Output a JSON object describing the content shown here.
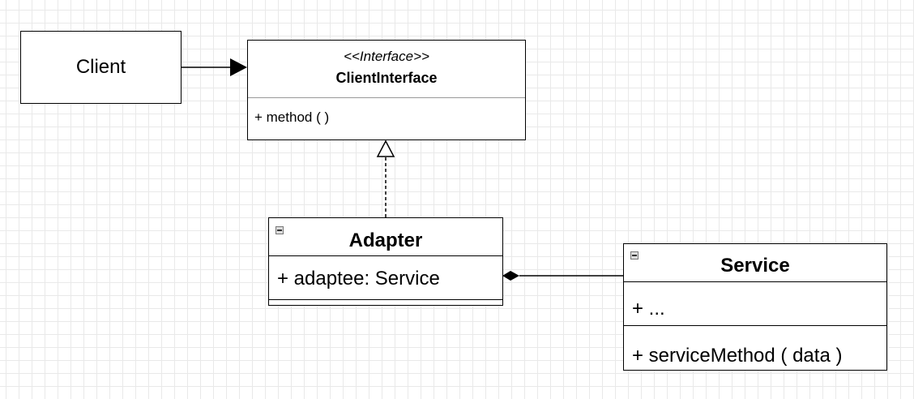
{
  "diagram": {
    "client": {
      "label": "Client"
    },
    "client_interface": {
      "stereotype": "<<Interface>>",
      "name": "ClientInterface",
      "methods": [
        "+ method ( )"
      ]
    },
    "adapter": {
      "name": "Adapter",
      "fields": [
        "+ adaptee: Service"
      ]
    },
    "service": {
      "name": "Service",
      "fields": [
        "+ ..."
      ],
      "methods": [
        "+ serviceMethod ( data )"
      ]
    },
    "relations": [
      {
        "from": "Client",
        "to": "ClientInterface",
        "type": "association"
      },
      {
        "from": "Adapter",
        "to": "ClientInterface",
        "type": "realization"
      },
      {
        "from": "Adapter",
        "to": "Service",
        "type": "composition"
      }
    ]
  }
}
